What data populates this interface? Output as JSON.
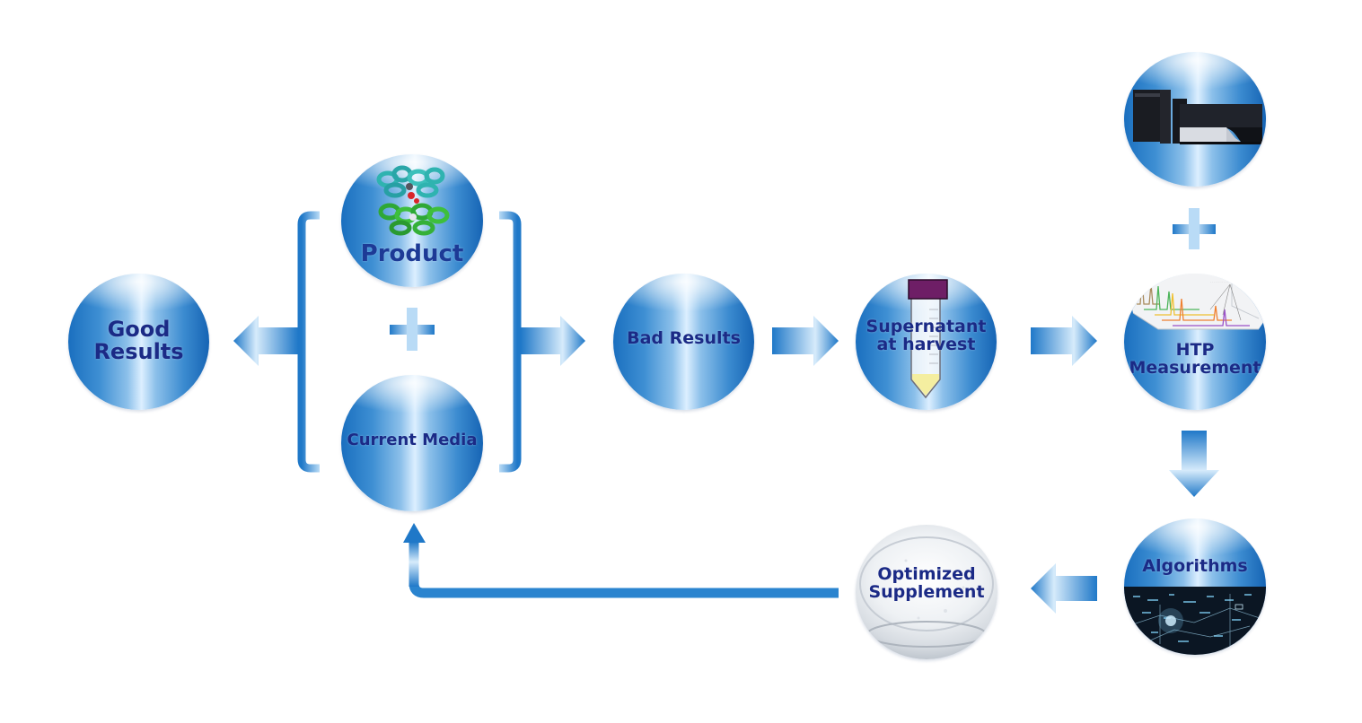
{
  "diagram": {
    "title": "",
    "nodes": {
      "good_results": {
        "label": "Good\nResults",
        "image": "none"
      },
      "product": {
        "label": "Product",
        "image": "protein-structure-image"
      },
      "current_media": {
        "label": "Current Media",
        "image": "none"
      },
      "bad_results": {
        "label": "Bad Results",
        "image": "none"
      },
      "supernatant": {
        "label": "Supernatant\nat harvest",
        "image": "centrifuge-tube-image"
      },
      "instrument": {
        "label": "",
        "image": "lc-ms-instrument-image"
      },
      "htp_measurement": {
        "label": "HTP\nMeasurement",
        "image": "chromatogram-image"
      },
      "algorithms": {
        "label": "Algorithms",
        "image": "data-network-image"
      },
      "optimized_supplement": {
        "label": "Optimized\nSupplement",
        "image": "powder-dish-image"
      }
    },
    "operators": {
      "product_plus_media": "+",
      "instrument_plus_measurement": "+"
    },
    "edges": [
      {
        "from": "product+current_media",
        "to": "good_results",
        "direction": "left"
      },
      {
        "from": "product+current_media",
        "to": "bad_results",
        "direction": "right"
      },
      {
        "from": "bad_results",
        "to": "supernatant",
        "direction": "right"
      },
      {
        "from": "supernatant",
        "to": "htp_measurement",
        "direction": "right"
      },
      {
        "from": "htp_measurement",
        "to": "algorithms",
        "direction": "down"
      },
      {
        "from": "algorithms",
        "to": "optimized_supplement",
        "direction": "left"
      },
      {
        "from": "optimized_supplement",
        "to": "current_media",
        "direction": "left-then-up"
      }
    ],
    "colors": {
      "node_dark": "#1a6fbf",
      "node_light": "#dcefff",
      "label_text": "#1b2a86",
      "arrow_dark": "#1f78c8",
      "arrow_light": "#d6ebfb"
    }
  }
}
